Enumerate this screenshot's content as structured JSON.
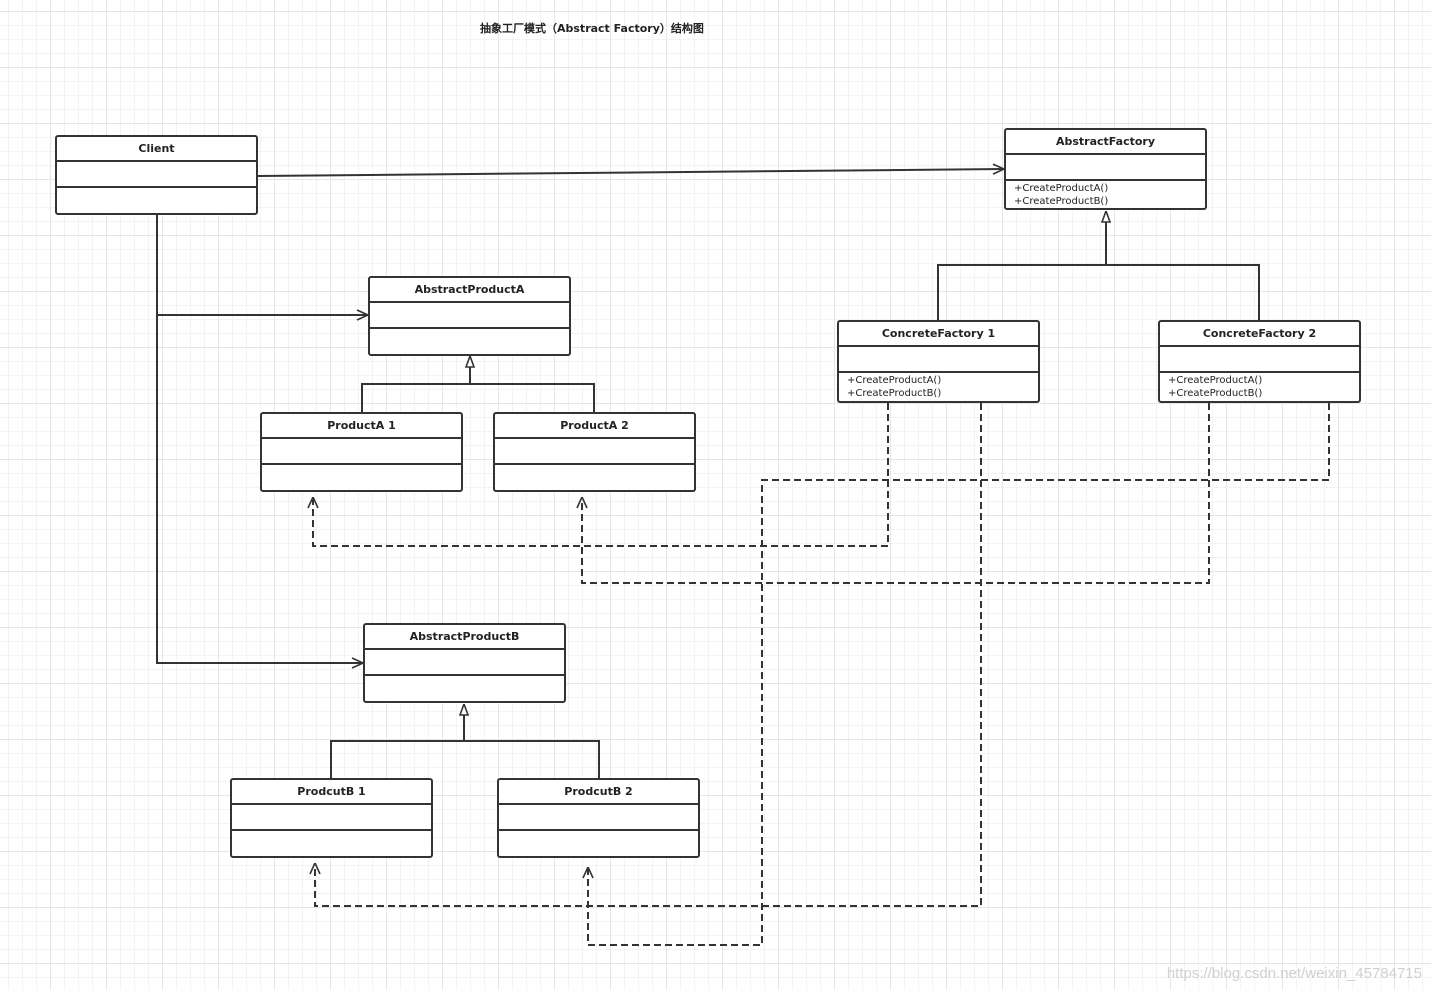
{
  "title": "抽象工厂模式（Abstract Factory）结构图",
  "classes": {
    "client": {
      "name": "Client"
    },
    "abstract_factory": {
      "name": "AbstractFactory",
      "op1": "+CreateProductA()",
      "op2": "+CreateProductB()"
    },
    "abstract_product_a": {
      "name": "AbstractProductA"
    },
    "product_a1": {
      "name": "ProductA 1"
    },
    "product_a2": {
      "name": "ProductA 2"
    },
    "concrete_factory_1": {
      "name": "ConcreteFactory 1",
      "op1": "+CreateProductA()",
      "op2": "+CreateProductB()"
    },
    "concrete_factory_2": {
      "name": "ConcreteFactory 2",
      "op1": "+CreateProductA()",
      "op2": "+CreateProductB()"
    },
    "abstract_product_b": {
      "name": "AbstractProductB"
    },
    "product_b1": {
      "name": "ProdcutB 1"
    },
    "product_b2": {
      "name": "ProdcutB 2"
    }
  },
  "watermark": "https://blog.csdn.net/weixin_45784715"
}
